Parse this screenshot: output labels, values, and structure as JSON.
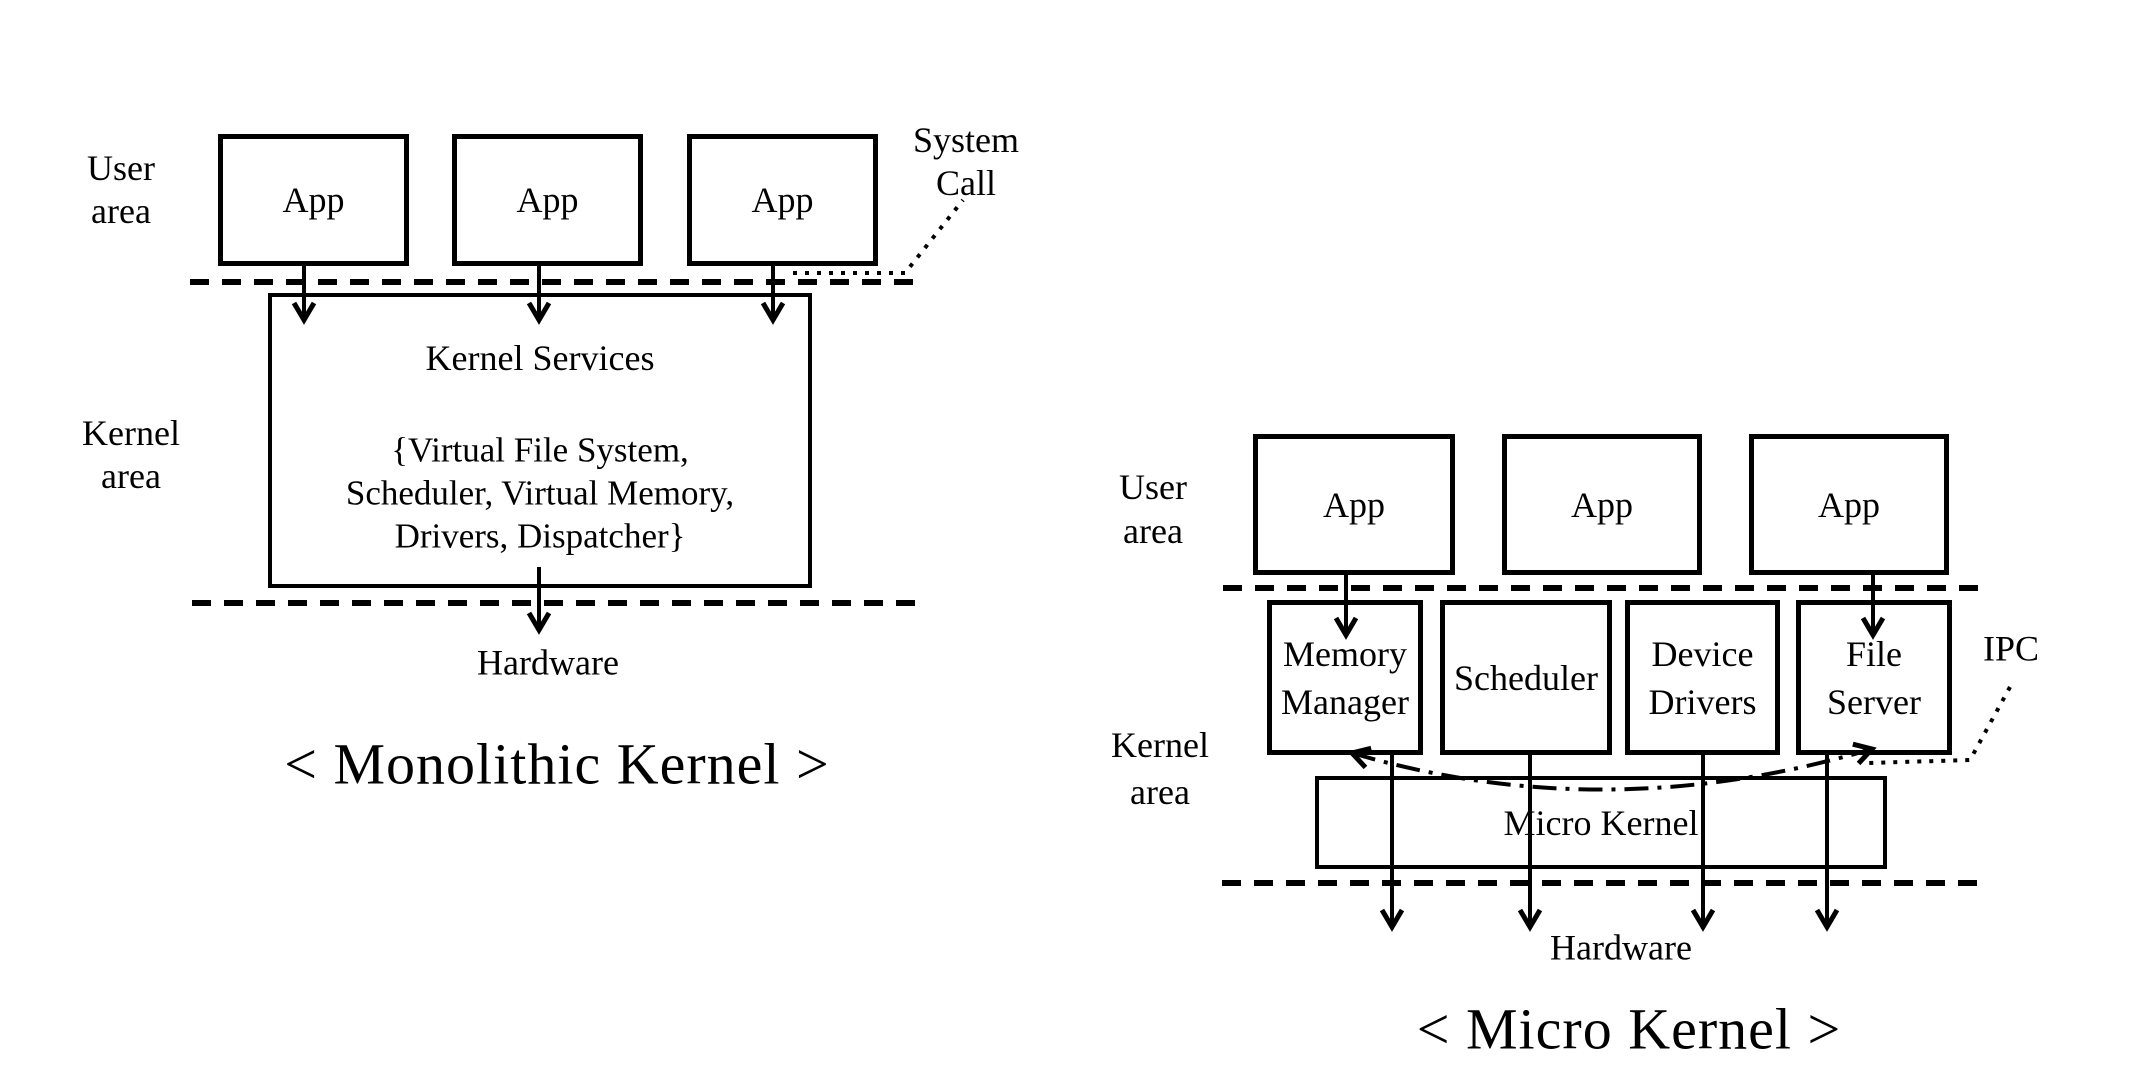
{
  "colors": {
    "background": "#ffffff",
    "ink": "#000000"
  },
  "monolithic": {
    "user_area_label": [
      "User",
      "area"
    ],
    "apps": [
      "App",
      "App",
      "App"
    ],
    "system_call_label": [
      "System",
      "Call"
    ],
    "kernel_services_title": "Kernel Services",
    "kernel_services_items": [
      "{Virtual File System,",
      "Scheduler, Virtual Memory,",
      "Drivers, Dispatcher}"
    ],
    "kernel_area_label": [
      "Kernel",
      "area"
    ],
    "hardware_label": "Hardware",
    "caption": "< Monolithic Kernel >"
  },
  "micro": {
    "user_area_label": [
      "User",
      "area"
    ],
    "apps": [
      "App",
      "App",
      "App"
    ],
    "servers": [
      [
        "Memory",
        "Manager"
      ],
      [
        "Scheduler"
      ],
      [
        "Device",
        "Drivers"
      ],
      [
        "File",
        "Server"
      ]
    ],
    "ipc_label": "IPC",
    "kernel_area_label": [
      "Kernel",
      "area"
    ],
    "kernel_box_label": "Micro Kernel",
    "hardware_label": "Hardware",
    "caption": "< Micro Kernel >"
  }
}
